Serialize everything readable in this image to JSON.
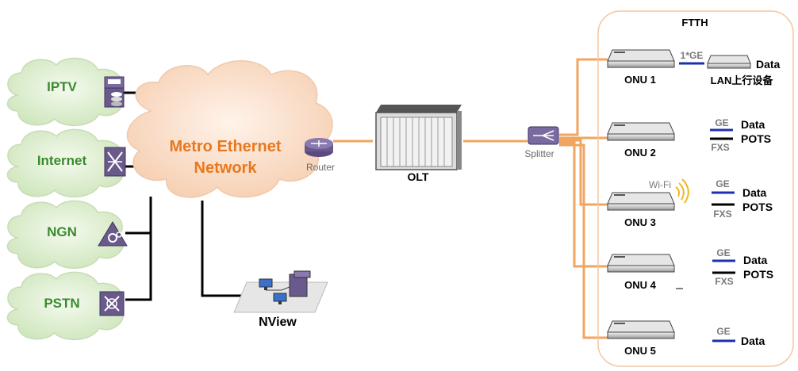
{
  "services": [
    {
      "id": "iptv",
      "label": "IPTV"
    },
    {
      "id": "internet",
      "label": "Internet"
    },
    {
      "id": "ngn",
      "label": "NGN"
    },
    {
      "id": "pstn",
      "label": "PSTN"
    }
  ],
  "metro": {
    "line1": "Metro Ethernet",
    "line2": "Network"
  },
  "router_label": "Router",
  "olt_label": "OLT",
  "splitter_label": "Splitter",
  "nview_label": "NView",
  "ftth": {
    "title": "FTTH",
    "onu1": {
      "label": "ONU 1",
      "link": "1*GE",
      "device": "Data",
      "lan": "LAN上行设备"
    },
    "onu2": {
      "label": "ONU 2",
      "ge": "GE",
      "fxs": "FXS",
      "data": "Data",
      "pots": "POTS"
    },
    "onu3": {
      "label": "ONU 3",
      "wifi": "Wi-Fi",
      "ge": "GE",
      "fxs": "FXS",
      "data": "Data",
      "pots": "POTS"
    },
    "onu4": {
      "label": "ONU 4",
      "ge": "GE",
      "fxs": "FXS",
      "data": "Data",
      "pots": "POTS"
    },
    "onu5": {
      "label": "ONU 5",
      "ge": "GE",
      "data": "Data"
    }
  },
  "colors": {
    "fiber": "#f0a560",
    "cloud_green": "#d9eccb",
    "cloud_orange": "#fbdcc6",
    "accent_orange": "#e8781e",
    "link_blue": "#1c2fb0",
    "icon_purple": "#6a5a8c"
  }
}
